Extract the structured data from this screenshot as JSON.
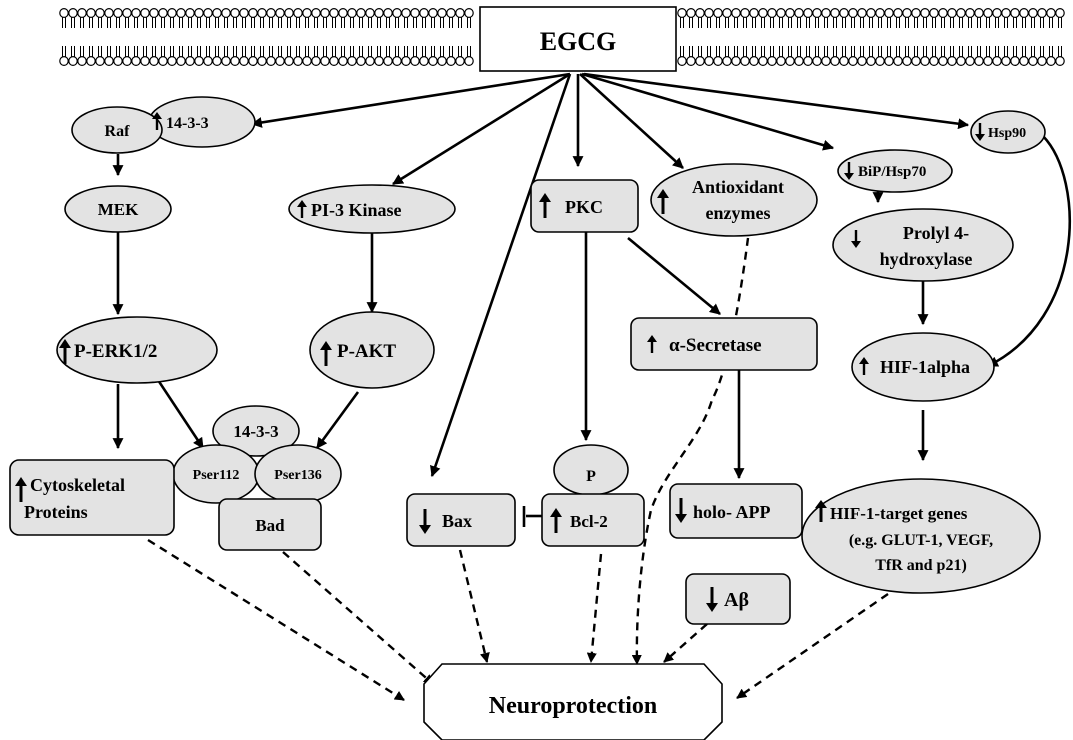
{
  "top": "EGCG",
  "bottom": "Neuroprotection",
  "nodes": {
    "n1433top": "14-3-3",
    "raf": "Raf",
    "mek": "MEK",
    "perk": "P-ERK1/2",
    "cyto1": "Cytoskeletal",
    "cyto2": "Proteins",
    "pi3k": "PI-3 Kinase",
    "pakt": "P-AKT",
    "n1433": "14-3-3",
    "pser112": "Pser112",
    "pser136": "Pser136",
    "bad": "Bad",
    "bax": "Bax",
    "pkc": "PKC",
    "p": "P",
    "bcl2": "Bcl-2",
    "antiox1": "Antioxidant",
    "antiox2": "enzymes",
    "asec": "α-Secretase",
    "holo": "holo- APP",
    "abeta": "Aβ",
    "hsp90": "Hsp90",
    "bip": "BiP/Hsp70",
    "prolyl1": "Prolyl 4-",
    "prolyl2": "hydroxylase",
    "hif": "HIF-1alpha",
    "hifg1": "HIF-1-target genes",
    "hifg2": "(e.g. GLUT-1, VEGF,",
    "hifg3": "TfR and p21)"
  }
}
